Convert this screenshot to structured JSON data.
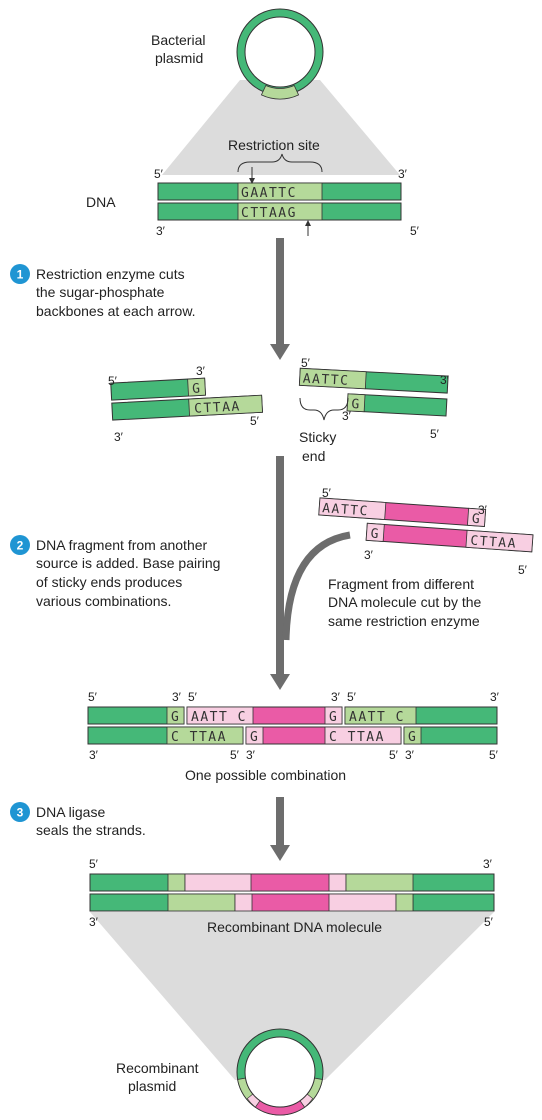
{
  "colors": {
    "green": "#45b878",
    "light_green": "#b5d99a",
    "pink": "#ea5ba6",
    "light_pink": "#f8cfe2",
    "arrow": "#6d6d6d",
    "step_circle": "#1f95d3"
  },
  "labels": {
    "bacterial_plasmid_1": "Bacterial",
    "bacterial_plasmid_2": "plasmid",
    "restriction_site": "Restriction site",
    "dna": "DNA",
    "five_prime": "5′",
    "three_prime": "3′",
    "sticky_end_1": "Sticky",
    "sticky_end_2": "end",
    "fragment_1": "Fragment from different",
    "fragment_2": "DNA molecule cut by the",
    "fragment_3": "same restriction enzyme",
    "one_combination": "One possible combination",
    "recombinant_dna": "Recombinant DNA molecule",
    "recombinant_plasmid_1": "Recombinant",
    "recombinant_plasmid_2": "plasmid"
  },
  "sequences": {
    "top_site": "GAATTC",
    "bottom_site": "CTTAAG",
    "g": "G",
    "cttaa": "CTTAA",
    "aattc": "AATTC",
    "aatt_c": "AATT C",
    "c_ttaa": "C TTAA"
  },
  "steps": [
    {
      "number": "1",
      "lines": [
        "Restriction enzyme cuts",
        "the sugar-phosphate",
        "backbones at each arrow."
      ]
    },
    {
      "number": "2",
      "lines": [
        "DNA fragment from another",
        "source is added. Base pairing",
        "of sticky ends produces",
        "various combinations."
      ]
    },
    {
      "number": "3",
      "lines": [
        "DNA ligase",
        "seals the strands."
      ]
    }
  ]
}
